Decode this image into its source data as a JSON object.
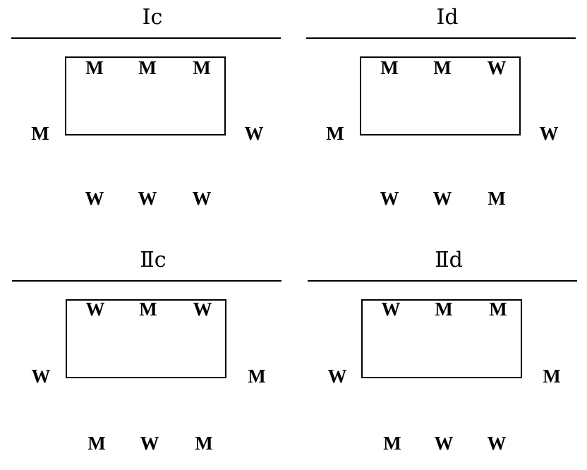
{
  "panels": [
    {
      "title": "Ⅰc",
      "top_seats": [
        "M",
        "M",
        "M"
      ],
      "left_seat": "M",
      "right_seat": "W",
      "bottom_seats": [
        "W",
        "W",
        "W"
      ]
    },
    {
      "title": "Ⅰd",
      "top_seats": [
        "M",
        "M",
        "W"
      ],
      "left_seat": "M",
      "right_seat": "W",
      "bottom_seats": [
        "W",
        "W",
        "M"
      ]
    },
    {
      "title": "Ⅱc",
      "top_seats": [
        "W",
        "M",
        "W"
      ],
      "left_seat": "W",
      "right_seat": "M",
      "bottom_seats": [
        "M",
        "W",
        "M"
      ]
    },
    {
      "title": "Ⅱd",
      "top_seats": [
        "W",
        "M",
        "M"
      ],
      "left_seat": "W",
      "right_seat": "M",
      "bottom_seats": [
        "M",
        "W",
        "W"
      ]
    }
  ]
}
